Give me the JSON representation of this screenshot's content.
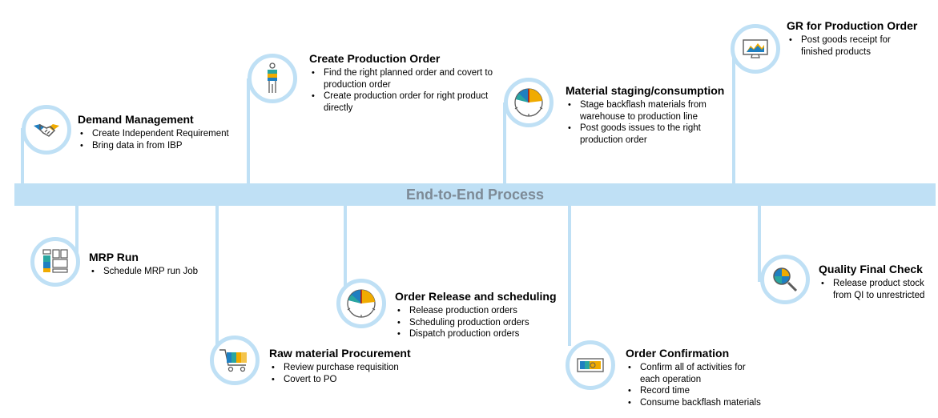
{
  "band": {
    "title": "End-to-End Process"
  },
  "steps": {
    "demand": {
      "title": "Demand Management",
      "bullets": [
        "Create Independent Requirement",
        "Bring data in from IBP"
      ],
      "icon": "handshake-icon"
    },
    "create_order": {
      "title": "Create Production Order",
      "bullets": [
        "Find the right planned order and covert  to",
        "production order",
        "Create production order for right product",
        "directly"
      ],
      "icon": "worker-icon"
    },
    "staging": {
      "title": "Material staging/consumption",
      "bullets": [
        "Stage backflash materials from",
        "warehouse to production line",
        "Post goods issues to the right",
        "production order"
      ],
      "icon": "gauge-icon"
    },
    "gr": {
      "title": "GR for Production Order",
      "bullets": [
        "Post goods receipt for",
        "finished products"
      ],
      "icon": "monitor-chart-icon"
    },
    "mrp": {
      "title": "MRP Run",
      "bullets": [
        "Schedule MRP run Job"
      ],
      "icon": "dashboard-layout-icon"
    },
    "procurement": {
      "title": "Raw material Procurement",
      "bullets": [
        "Review purchase requisition",
        "Covert to PO"
      ],
      "icon": "shopping-cart-icon"
    },
    "release": {
      "title": "Order Release and scheduling",
      "bullets": [
        "Release production orders",
        "Scheduling production orders",
        "Dispatch production orders"
      ],
      "icon": "gauge-icon"
    },
    "confirmation": {
      "title": "Order Confirmation",
      "bullets": [
        "Confirm all of activities for",
        "each operation",
        "Record time",
        "Consume backflash materials"
      ],
      "icon": "ticket-icon"
    },
    "quality": {
      "title": "Quality Final Check",
      "bullets": [
        "Release product stock",
        "from QI to unrestricted"
      ],
      "icon": "magnifier-icon"
    }
  },
  "colors": {
    "connector": "#bfe0f5",
    "band_title": "#7d8a96",
    "blue": "#1f7fc1",
    "yellow": "#f0ab00",
    "teal": "#2aa6a0",
    "gray": "#5b5b5b"
  }
}
